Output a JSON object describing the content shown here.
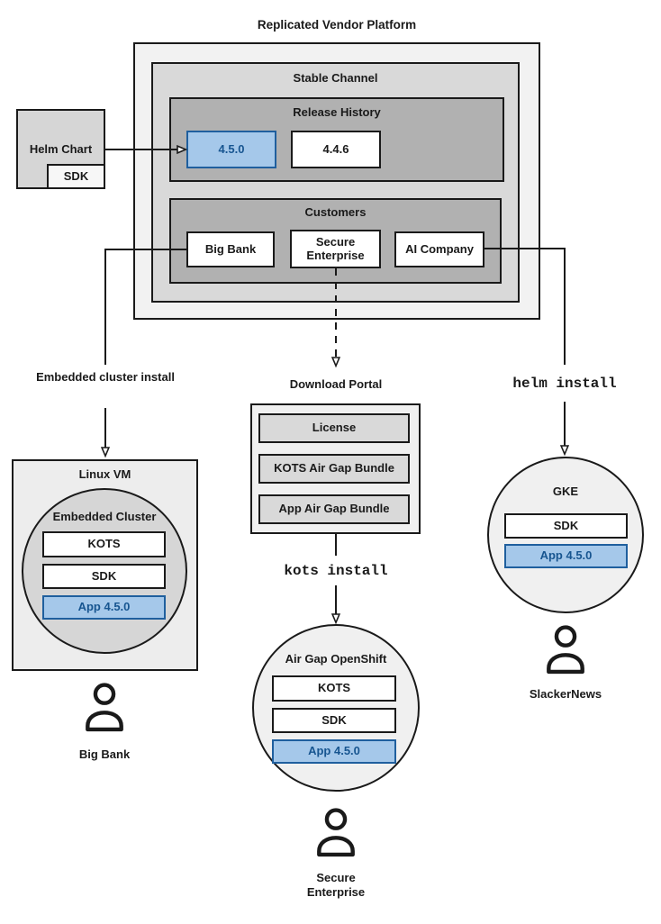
{
  "colors": {
    "highlight_fill": "#a5c8ea",
    "highlight_border": "#1f5f9e",
    "highlight_text": "#175590"
  },
  "title": "Replicated Vendor Platform",
  "platform": {
    "stable_channel": {
      "label": "Stable Channel",
      "release_history": {
        "label": "Release History",
        "releases": [
          "4.5.0",
          "4.4.6"
        ]
      },
      "customers": {
        "label": "Customers",
        "items": [
          "Big Bank",
          "Secure Enterprise",
          "AI Company"
        ]
      }
    }
  },
  "helm_chart": {
    "label": "Helm Chart",
    "sdk_label": "SDK"
  },
  "flows": {
    "embedded": {
      "install_label": "Embedded cluster install",
      "vm_label": "Linux VM",
      "cluster_label": "Embedded Cluster",
      "components": [
        "KOTS",
        "SDK",
        "App 4.5.0"
      ],
      "user_label": "Big Bank"
    },
    "airgap": {
      "portal_label": "Download Portal",
      "portal_items": [
        "License",
        "KOTS Air Gap Bundle",
        "App Air Gap Bundle"
      ],
      "install_label": "kots install",
      "cluster_label": "Air Gap OpenShift",
      "components": [
        "KOTS",
        "SDK",
        "App 4.5.0"
      ],
      "user_label": "Secure Enterprise"
    },
    "helm": {
      "install_label": "helm install",
      "cluster_label": "GKE",
      "components": [
        "SDK",
        "App 4.5.0"
      ],
      "user_label": "SlackerNews"
    }
  }
}
